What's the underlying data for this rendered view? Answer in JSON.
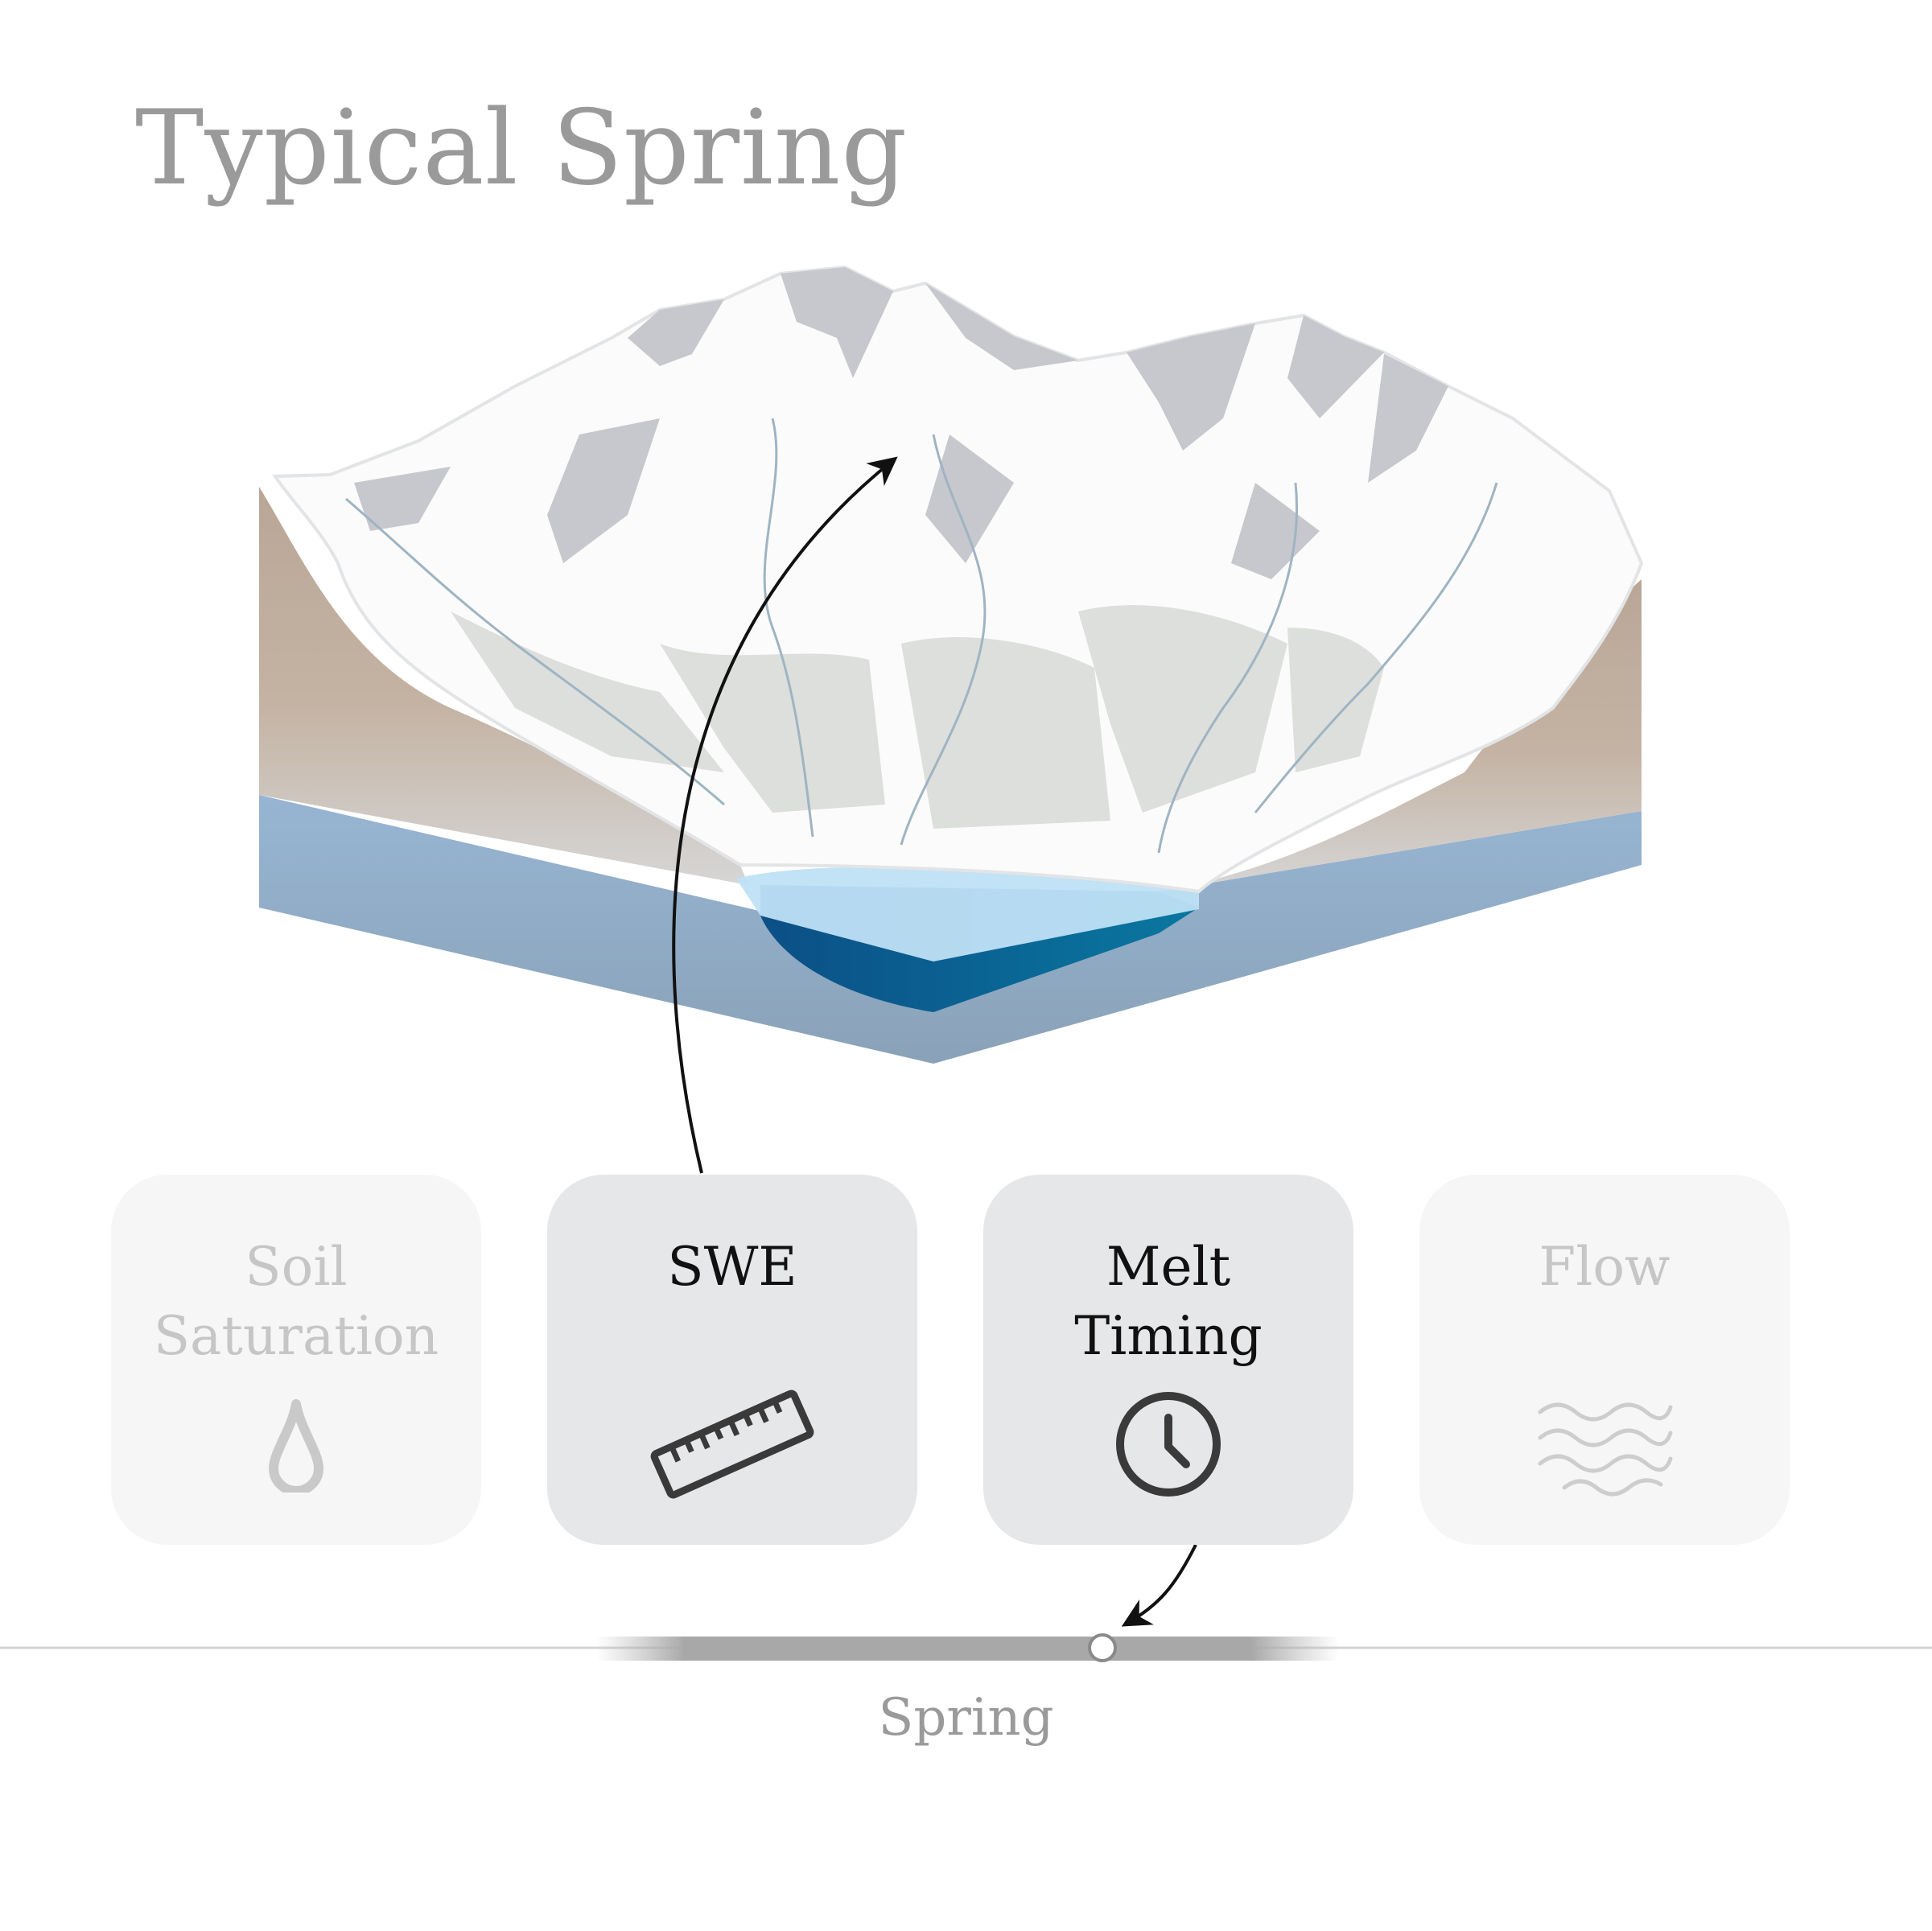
{
  "title": "Typical Spring",
  "cards": [
    {
      "line1": "Soil",
      "line2": "Saturation",
      "icon": "water-drop-icon",
      "active": false
    },
    {
      "line1": "SWE",
      "line2": "",
      "icon": "ruler-icon",
      "active": true
    },
    {
      "line1": "Melt",
      "line2": "Timing",
      "icon": "clock-icon",
      "active": true
    },
    {
      "line1": "Flow",
      "line2": "",
      "icon": "waves-icon",
      "active": false
    }
  ],
  "timeline": {
    "season_label": "Spring"
  },
  "colors": {
    "snow": "#ffffff",
    "rock": "#c3c5ca",
    "soil": "#bba999",
    "groundwater": "#8fb0cc",
    "reservoir": "#0a5f8f",
    "ice": "#bfe0f6"
  }
}
